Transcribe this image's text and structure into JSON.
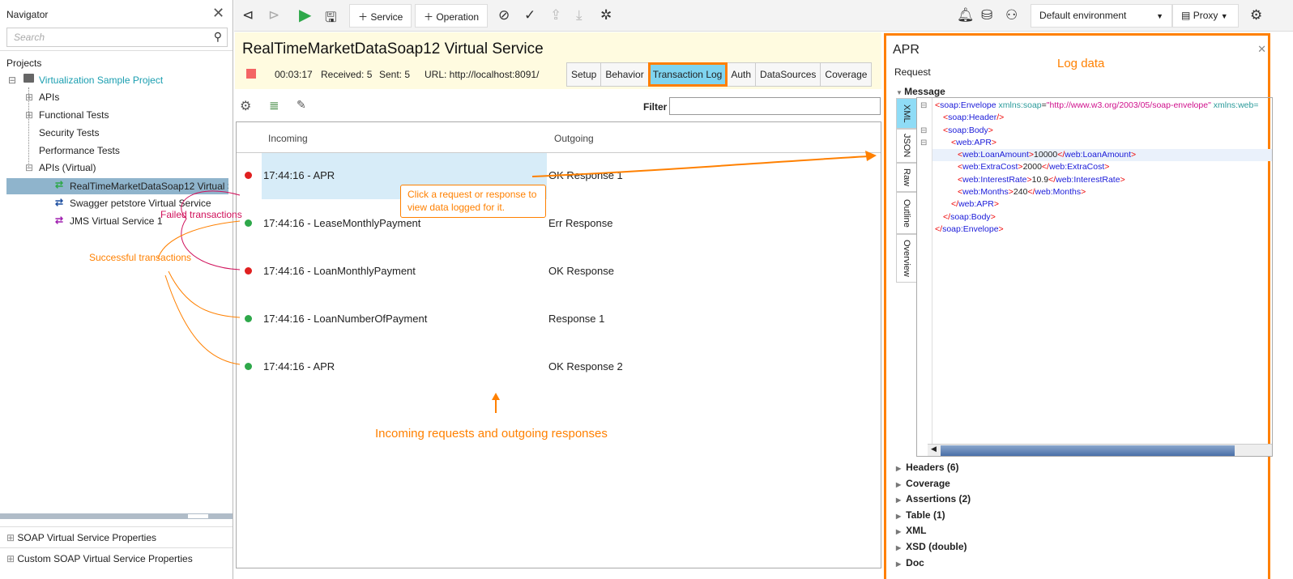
{
  "navigator": {
    "title": "Navigator",
    "search_placeholder": "Search",
    "projects_label": "Projects",
    "tree": [
      {
        "label": "Virtualization Sample Project"
      },
      {
        "label": "APIs"
      },
      {
        "label": "Functional Tests"
      },
      {
        "label": "Security Tests"
      },
      {
        "label": "Performance Tests"
      },
      {
        "label": "APIs (Virtual)"
      },
      {
        "label": "RealTimeMarketDataSoap12 Virtual Service"
      },
      {
        "label": "Swagger petstore Virtual Service"
      },
      {
        "label": "JMS Virtual Service 1"
      }
    ],
    "bottom": [
      "SOAP Virtual Service Properties",
      "Custom SOAP Virtual Service Properties"
    ]
  },
  "toolbar": {
    "service": "Service",
    "operation": "Operation",
    "environment": "Default environment",
    "proxy": "Proxy"
  },
  "service": {
    "title": "RealTimeMarketDataSoap12 Virtual Service",
    "elapsed": "00:03:17",
    "received": "Received: 5",
    "sent": "Sent: 5",
    "url": "URL: http://localhost:8091/",
    "tabs": [
      "Setup",
      "Behavior",
      "Transaction Log",
      "Auth",
      "DataSources",
      "Coverage"
    ],
    "active_tab": "Transaction Log",
    "filter_label": "Filter",
    "filter_value": ""
  },
  "log": {
    "headers": [
      "Incoming",
      "Outgoing"
    ],
    "rows": [
      {
        "incoming": "17:44:16 - APR",
        "outgoing": "OK Response 1",
        "status": "failed"
      },
      {
        "incoming": "17:44:16 - LeaseMonthlyPayment",
        "outgoing": "Err Response",
        "status": "success"
      },
      {
        "incoming": "17:44:16 - LoanMonthlyPayment",
        "outgoing": "OK Response",
        "status": "failed"
      },
      {
        "incoming": "17:44:16 - LoanNumberOfPayment",
        "outgoing": "Response 1",
        "status": "success"
      },
      {
        "incoming": "17:44:16 - APR",
        "outgoing": "OK Response 2",
        "status": "success"
      }
    ]
  },
  "details": {
    "title": "APR",
    "subtitle": "Request",
    "message_label": "Message",
    "side_tabs": [
      "XML",
      "JSON",
      "Raw",
      "Outline",
      "Overview"
    ],
    "xml": {
      "ns_soap": "http://www.w3.org/2003/05/soap-envelope",
      "loan_amount": "10000",
      "extra_cost": "2000",
      "interest_rate": "10.9",
      "months": "240"
    },
    "sections": [
      "Headers (6)",
      "Coverage",
      "Assertions (2)",
      "Table (1)",
      "XML",
      "XSD (double)",
      "Doc"
    ]
  },
  "annotations": {
    "log_data": "Log data",
    "failed": "Failed transactions",
    "successful": "Successful transactions",
    "click_hint": "Click a request or response to view data logged for it.",
    "incoming_outgoing": "Incoming requests and outgoing responses"
  },
  "colors": {
    "accent": "#ff8000",
    "failed": "#e02020",
    "success": "#2ea84a",
    "selected": "#d7ecf8",
    "annotation_red": "#d0105a"
  }
}
